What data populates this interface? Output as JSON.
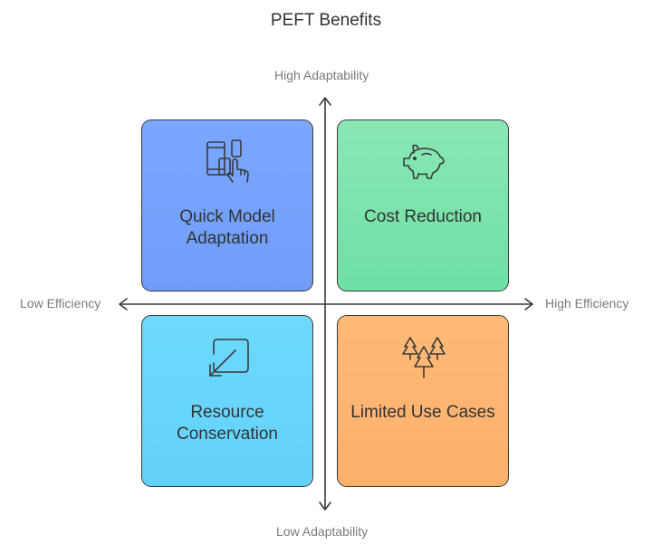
{
  "title": "PEFT Benefits",
  "axes": {
    "top": "High Adaptability",
    "bottom": "Low Adaptability",
    "left": "Low Efficiency",
    "right": "High Efficiency"
  },
  "quadrants": [
    {
      "label": "Quick Model Adaptation",
      "icon": "touch-devices-icon",
      "color": "#7aa7ff"
    },
    {
      "label": "Cost Reduction",
      "icon": "piggy-bank-icon",
      "color": "#7ee3ae"
    },
    {
      "label": "Resource Conservation",
      "icon": "shrink-arrow-icon",
      "color": "#68d6ff"
    },
    {
      "label": "Limited Use Cases",
      "icon": "trees-icon",
      "color": "#fdb572"
    }
  ]
}
